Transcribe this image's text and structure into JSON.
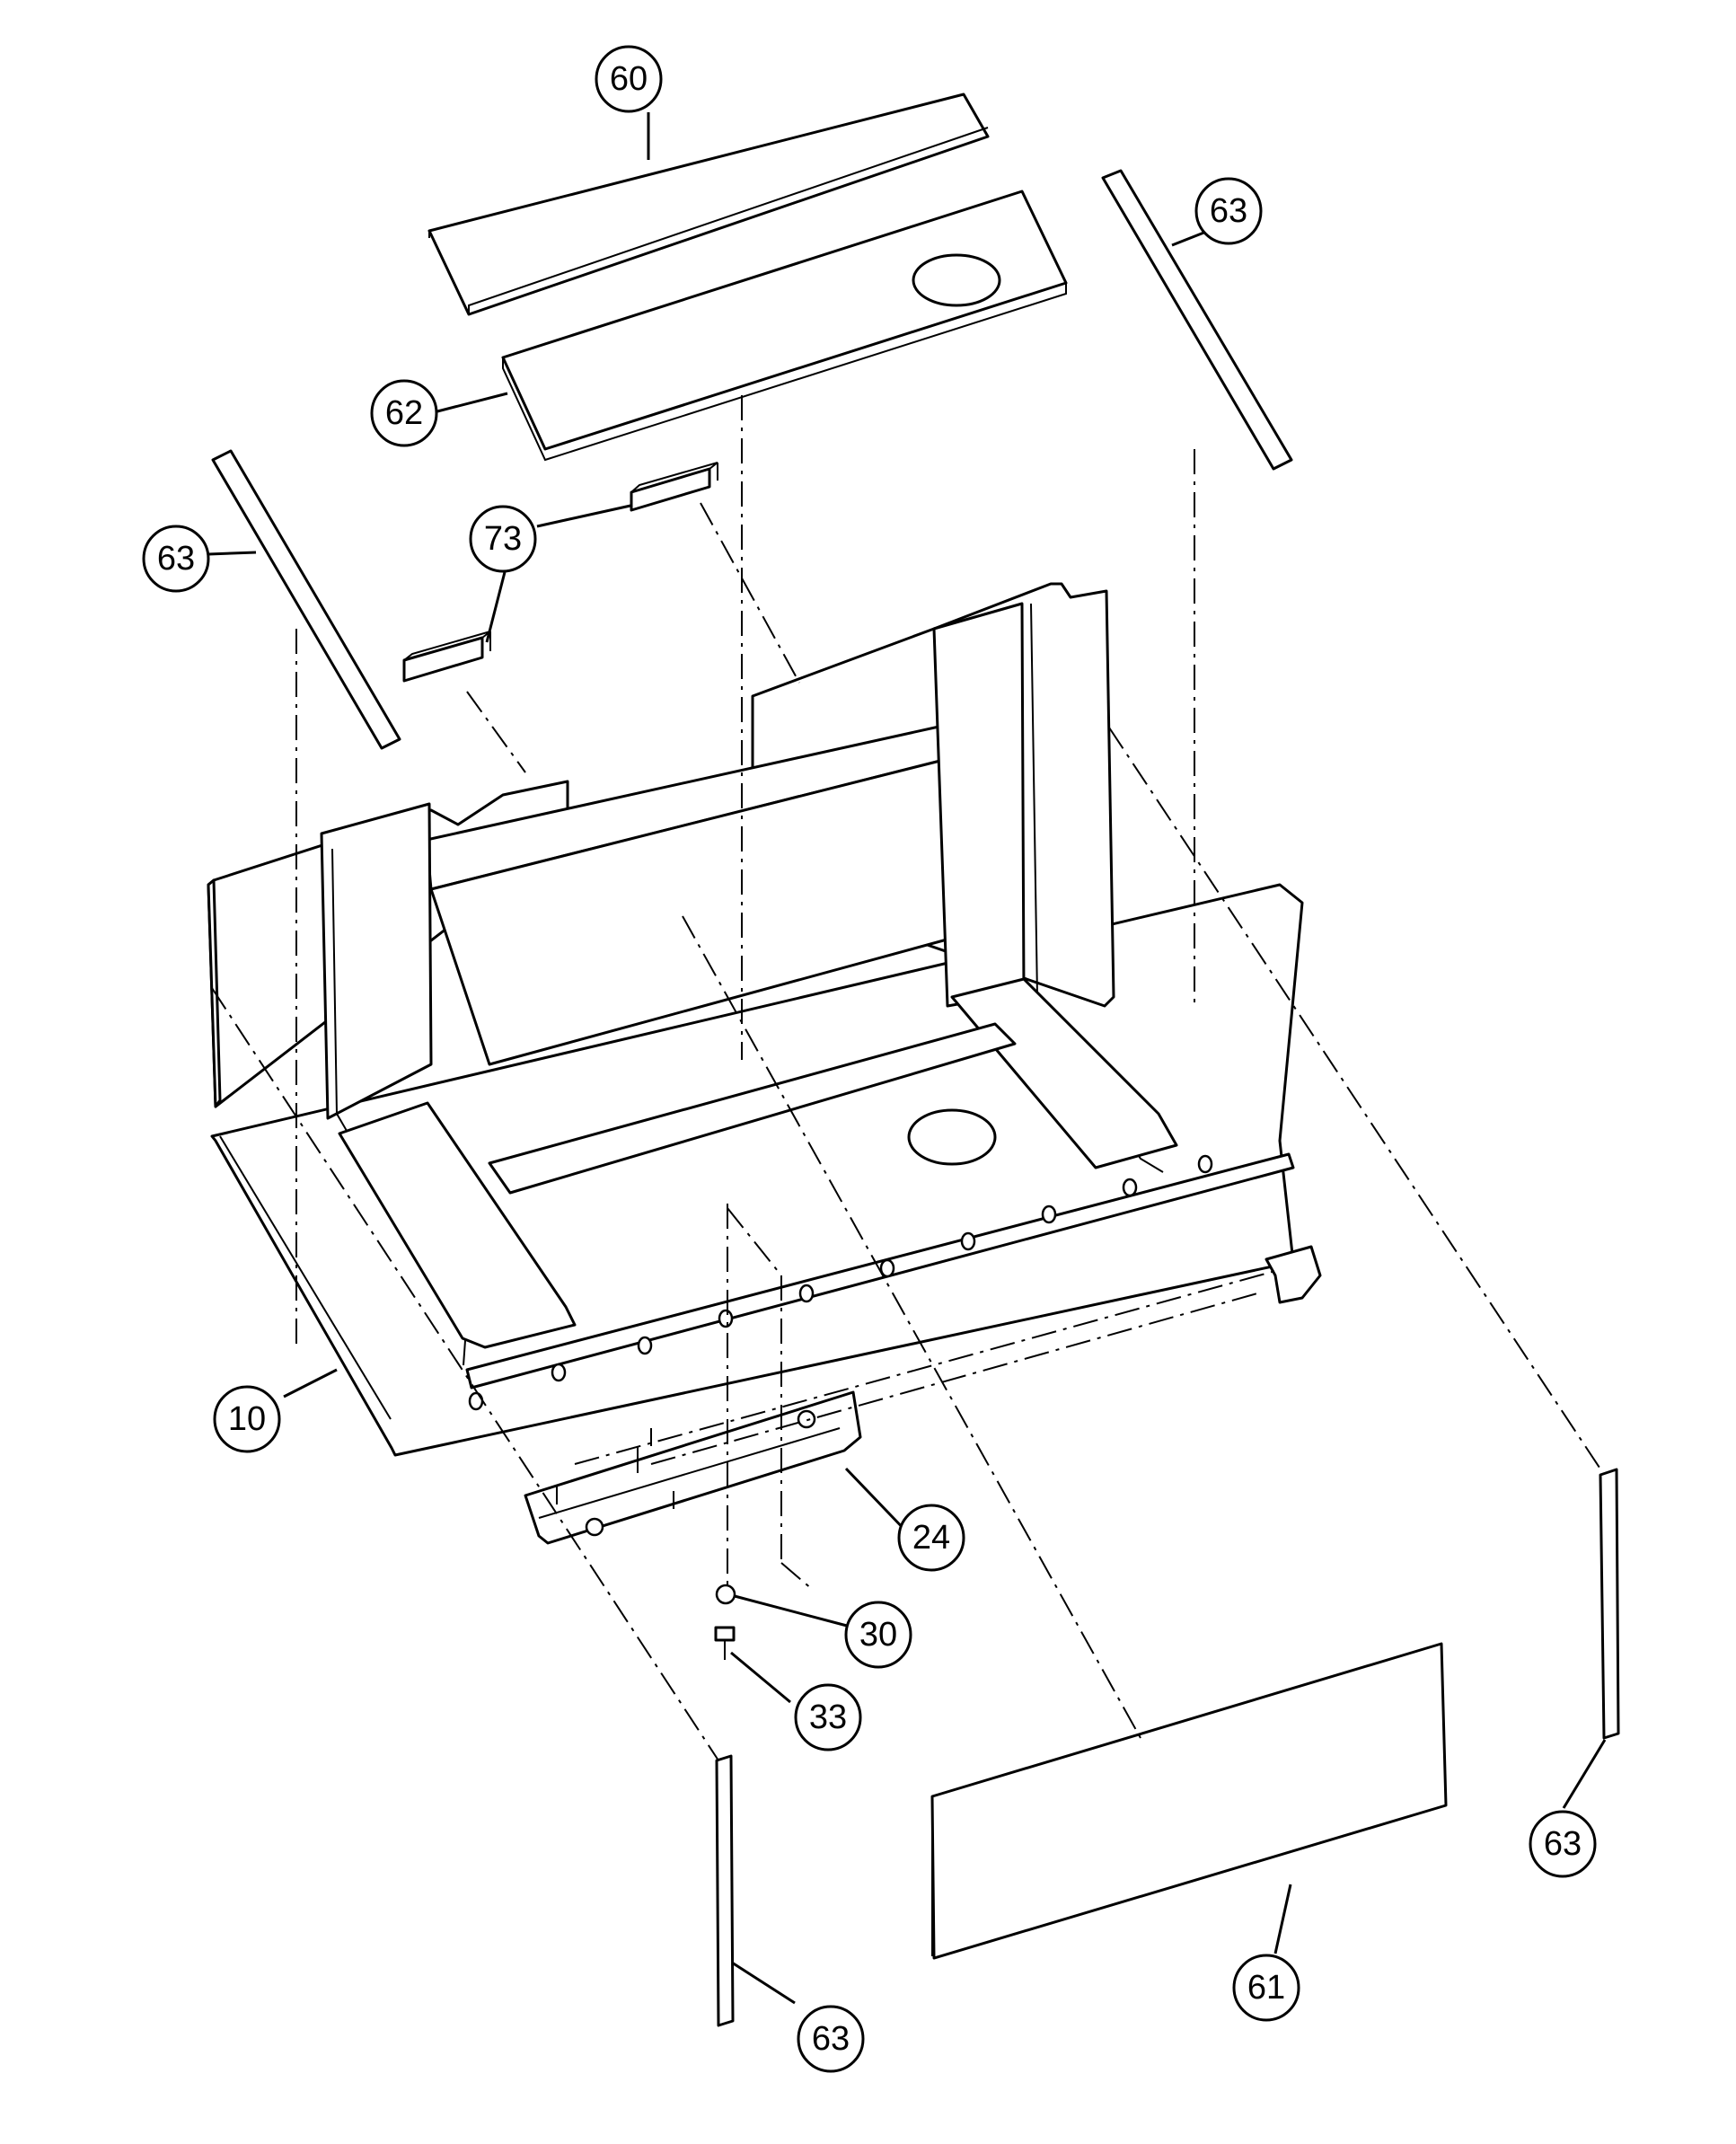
{
  "diagram": {
    "callouts": [
      {
        "id": "c60",
        "label": "60"
      },
      {
        "id": "c63a",
        "label": "63"
      },
      {
        "id": "c62",
        "label": "62"
      },
      {
        "id": "c63b",
        "label": "63"
      },
      {
        "id": "c73",
        "label": "73"
      },
      {
        "id": "c10",
        "label": "10"
      },
      {
        "id": "c24",
        "label": "24"
      },
      {
        "id": "c30",
        "label": "30"
      },
      {
        "id": "c33",
        "label": "33"
      },
      {
        "id": "c63c",
        "label": "63"
      },
      {
        "id": "c61",
        "label": "61"
      },
      {
        "id": "c63d",
        "label": "63"
      }
    ]
  }
}
